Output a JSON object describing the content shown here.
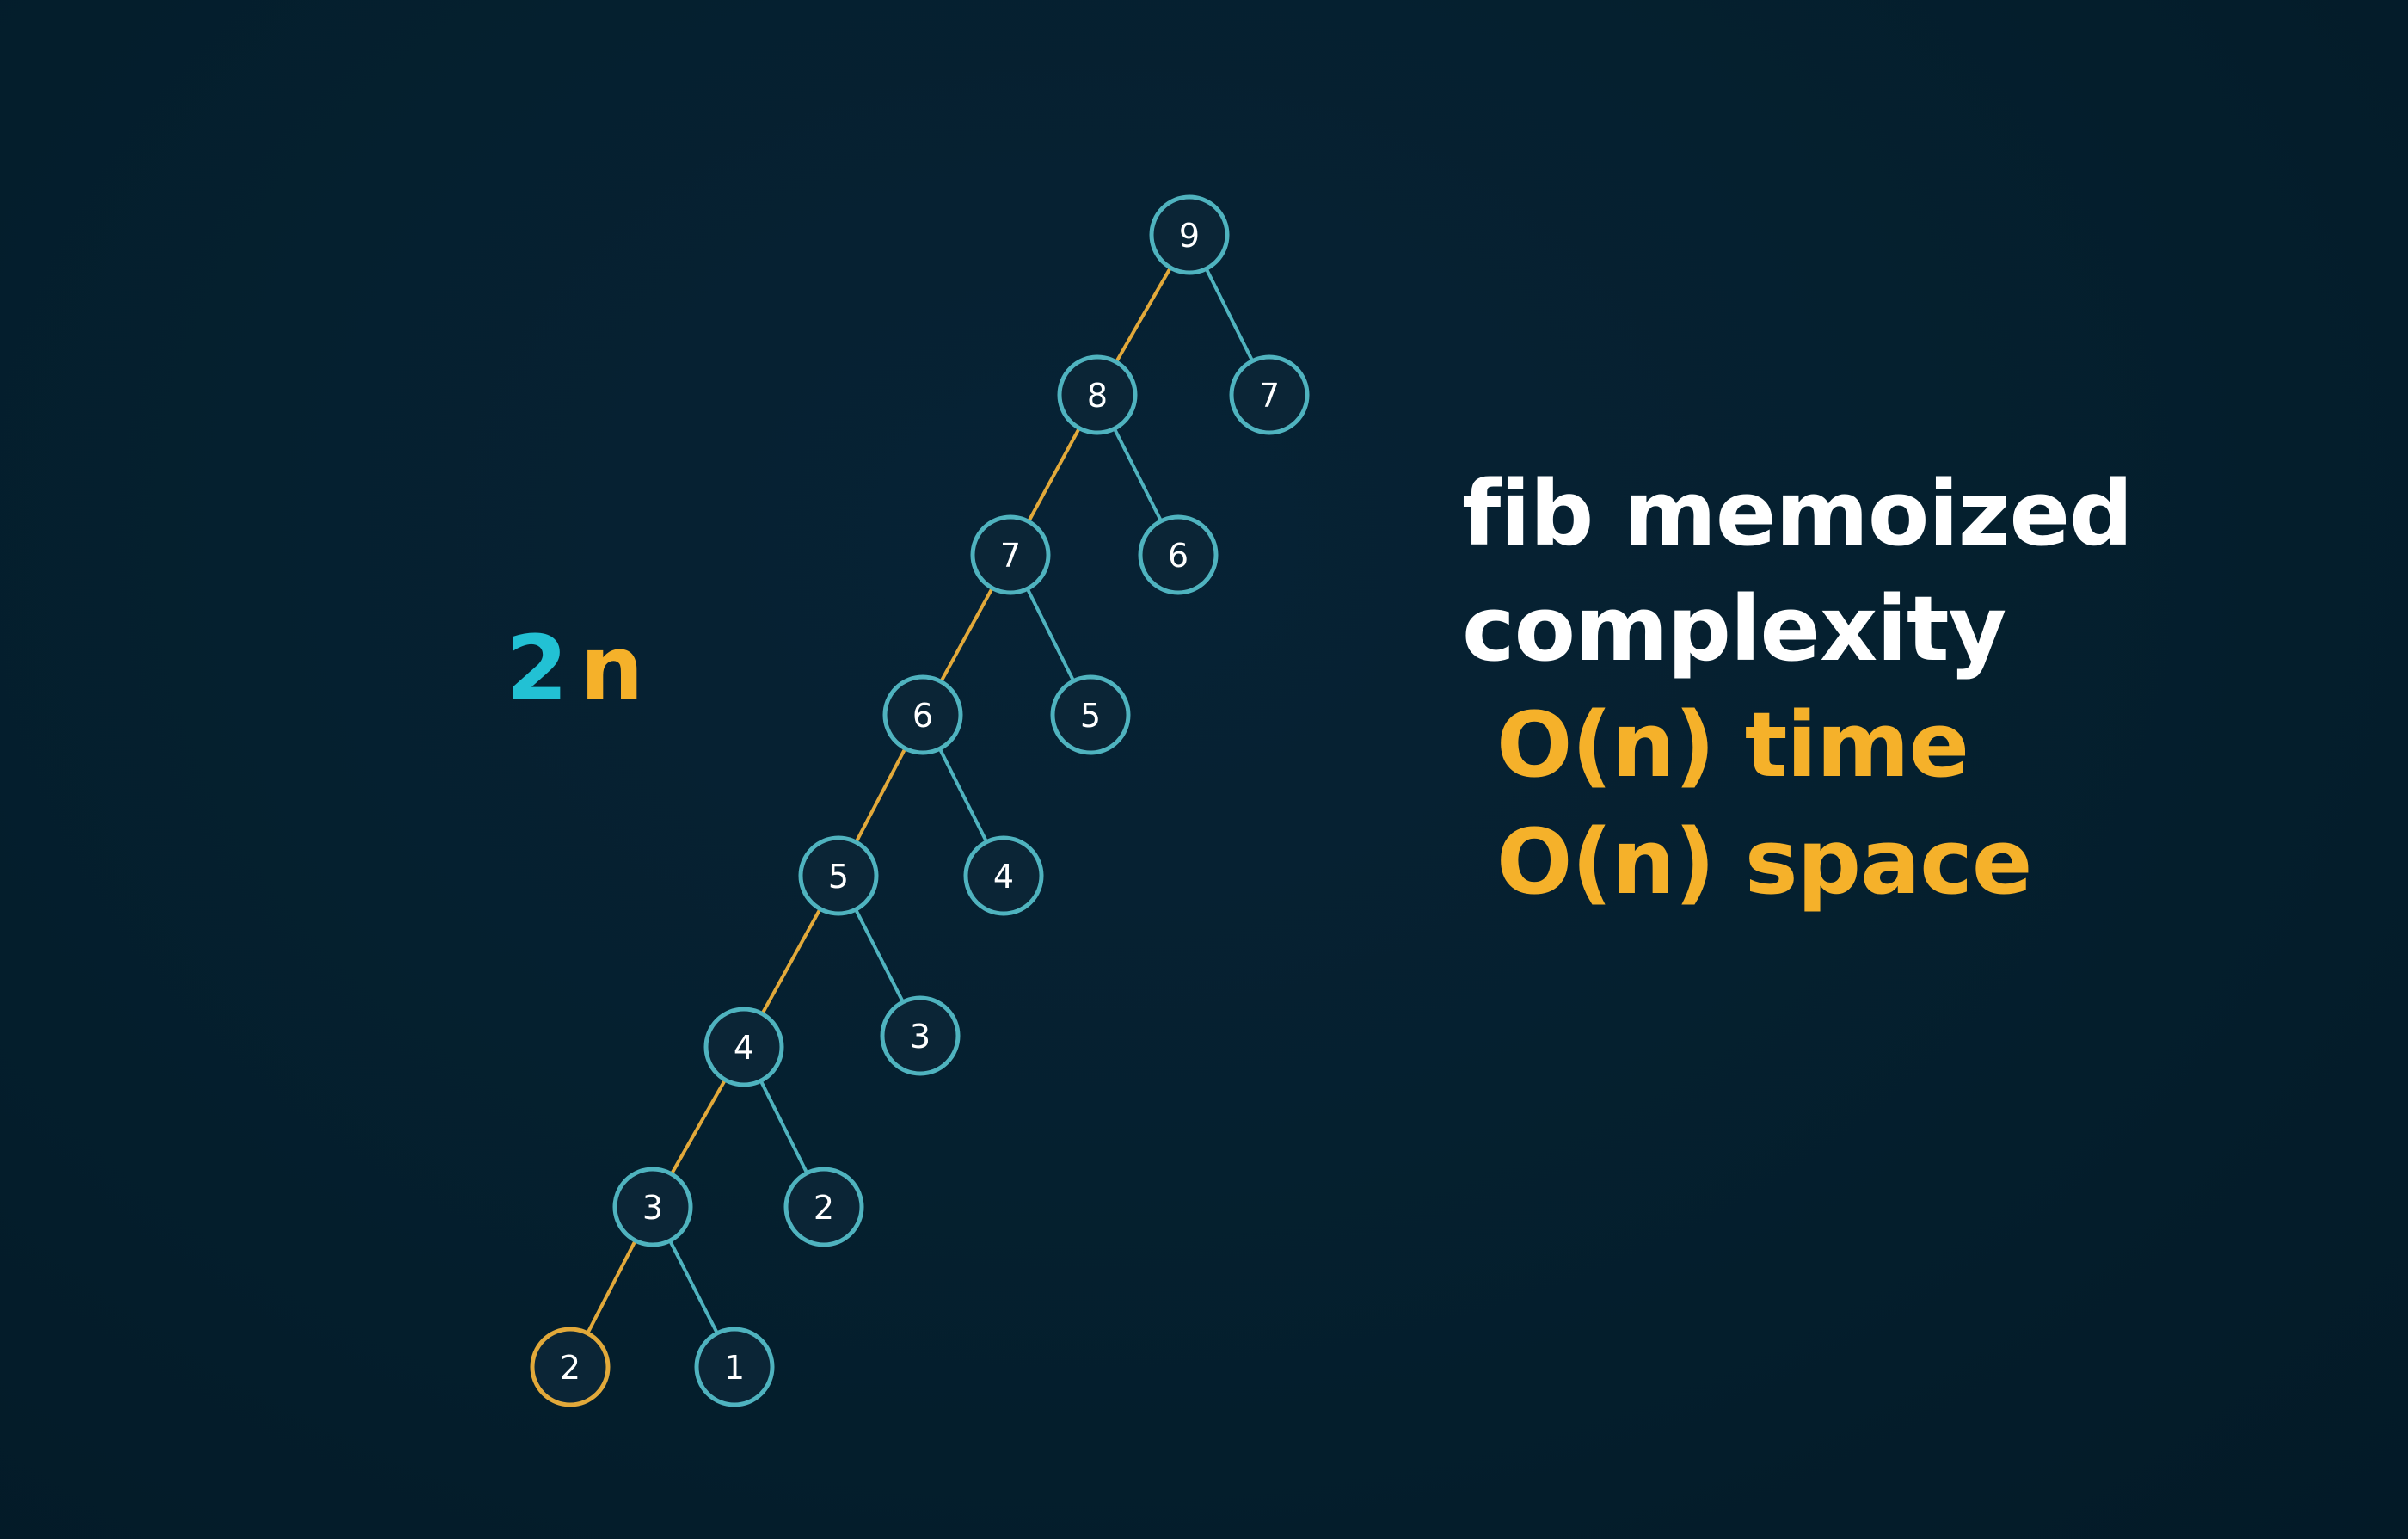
{
  "tree": {
    "nodes": [
      {
        "id": "n9",
        "value": "9"
      },
      {
        "id": "n8",
        "value": "8"
      },
      {
        "id": "n7r",
        "value": "7"
      },
      {
        "id": "n7",
        "value": "7"
      },
      {
        "id": "n6r",
        "value": "6"
      },
      {
        "id": "n6",
        "value": "6"
      },
      {
        "id": "n5r",
        "value": "5"
      },
      {
        "id": "n5",
        "value": "5"
      },
      {
        "id": "n4r",
        "value": "4"
      },
      {
        "id": "n4",
        "value": "4"
      },
      {
        "id": "n3r",
        "value": "3"
      },
      {
        "id": "n3",
        "value": "3"
      },
      {
        "id": "n2r",
        "value": "2"
      },
      {
        "id": "n2",
        "value": "2",
        "highlight": true
      },
      {
        "id": "n1",
        "value": "1"
      }
    ],
    "edges": [
      {
        "from": "n9",
        "to": "n8",
        "highlight": true
      },
      {
        "from": "n9",
        "to": "n7r"
      },
      {
        "from": "n8",
        "to": "n7",
        "highlight": true
      },
      {
        "from": "n8",
        "to": "n6r"
      },
      {
        "from": "n7",
        "to": "n6",
        "highlight": true
      },
      {
        "from": "n7",
        "to": "n5r"
      },
      {
        "from": "n6",
        "to": "n5",
        "highlight": true
      },
      {
        "from": "n6",
        "to": "n4r"
      },
      {
        "from": "n5",
        "to": "n4",
        "highlight": true
      },
      {
        "from": "n5",
        "to": "n3r"
      },
      {
        "from": "n4",
        "to": "n3",
        "highlight": true
      },
      {
        "from": "n4",
        "to": "n2r"
      },
      {
        "from": "n3",
        "to": "n2",
        "highlight": true
      },
      {
        "from": "n3",
        "to": "n1"
      }
    ]
  },
  "expression": {
    "coefficient": "2",
    "variable": "n"
  },
  "complexity": {
    "title_line1": "fib memoized",
    "title_line2": "complexity",
    "time": "O(n) time",
    "space": "O(n) space"
  },
  "colors": {
    "background": "#05202f",
    "node_stroke": "#4fb3bf",
    "node_fill": "#0b2536",
    "edge": "#4fb3bf",
    "highlight": "#e2a93a",
    "coefficient": "#22c1d4",
    "accent": "#f5b12a",
    "text": "#ffffff"
  }
}
